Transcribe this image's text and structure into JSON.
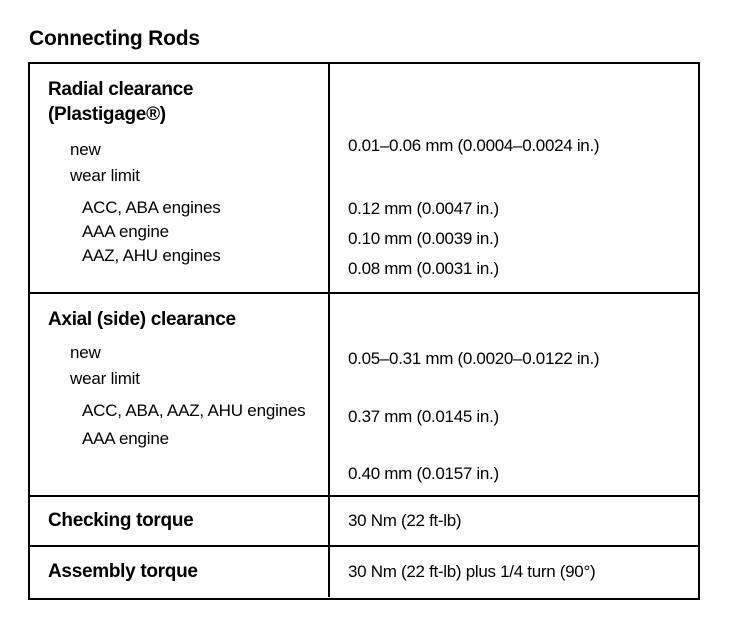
{
  "page_title": "Connecting Rods",
  "table": {
    "sections": [
      {
        "id": "radial-clearance",
        "heading_line1": "Radial clearance",
        "heading_line2": "(Plastigage®)",
        "rows": [
          {
            "label": "new",
            "level": 1,
            "value": "0.01–0.06 mm (0.0004–0.0024 in.)"
          },
          {
            "label": "wear limit",
            "level": 1,
            "value": ""
          },
          {
            "label": "ACC, ABA engines",
            "level": 2,
            "value": "0.12 mm (0.0047 in.)"
          },
          {
            "label": "AAA engine",
            "level": 2,
            "value": "0.10 mm (0.0039 in.)"
          },
          {
            "label": "AAZ, AHU engines",
            "level": 2,
            "value": "0.08 mm (0.0031 in.)"
          }
        ]
      },
      {
        "id": "axial-side-clearance",
        "heading_line1": "Axial (side) clearance",
        "heading_line2": "",
        "rows": [
          {
            "label": "new",
            "level": 1,
            "value": "0.05–0.31 mm (0.0020–0.0122 in.)"
          },
          {
            "label": "wear limit",
            "level": 1,
            "value": ""
          },
          {
            "label": "ACC, ABA, AAZ, AHU engines",
            "level": 2,
            "value": "0.37 mm (0.0145 in.)"
          },
          {
            "label": "AAA engine",
            "level": 2,
            "value": "0.40 mm (0.0157 in.)"
          }
        ]
      },
      {
        "id": "checking-torque",
        "heading_line1": "Checking torque",
        "heading_line2": "",
        "rows": [
          {
            "label": "",
            "level": 0,
            "value": "30 Nm (22 ft-lb)"
          }
        ]
      },
      {
        "id": "assembly-torque",
        "heading_line1": "Assembly torque",
        "heading_line2": "",
        "rows": [
          {
            "label": "",
            "level": 0,
            "value": "30 Nm (22 ft-lb) plus 1/4 turn (90°)"
          }
        ]
      }
    ]
  },
  "colors": {
    "text": "#000000",
    "background": "#ffffff",
    "border": "#000000"
  }
}
